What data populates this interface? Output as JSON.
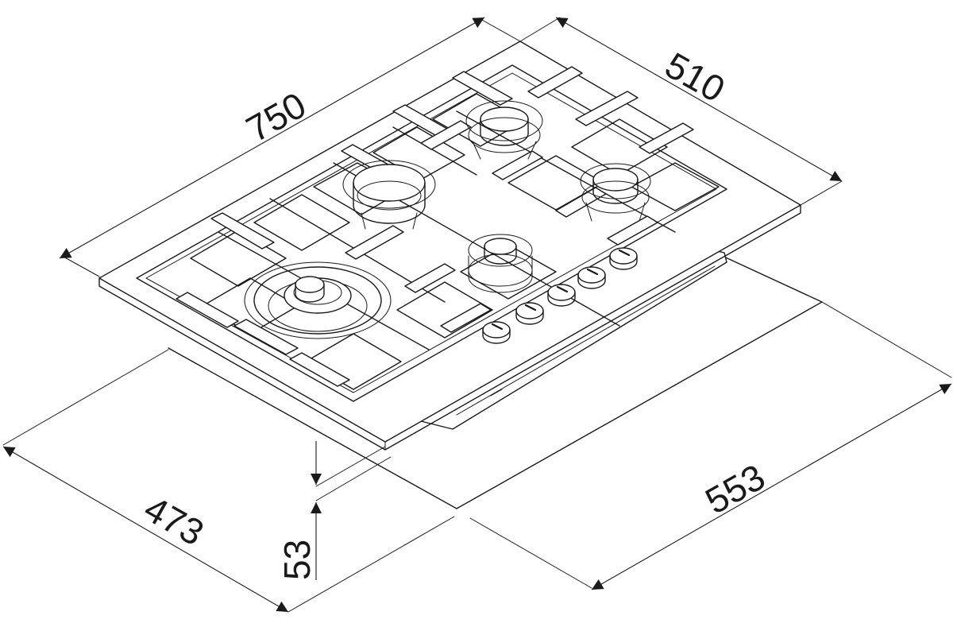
{
  "dimensions": {
    "width": "750",
    "depth": "510",
    "cutout_width": "553",
    "cutout_depth": "473",
    "height": "53"
  },
  "colors": {
    "line": "#1a1a1a",
    "background": "#ffffff"
  },
  "icons": [
    "arrow-head-icon"
  ]
}
